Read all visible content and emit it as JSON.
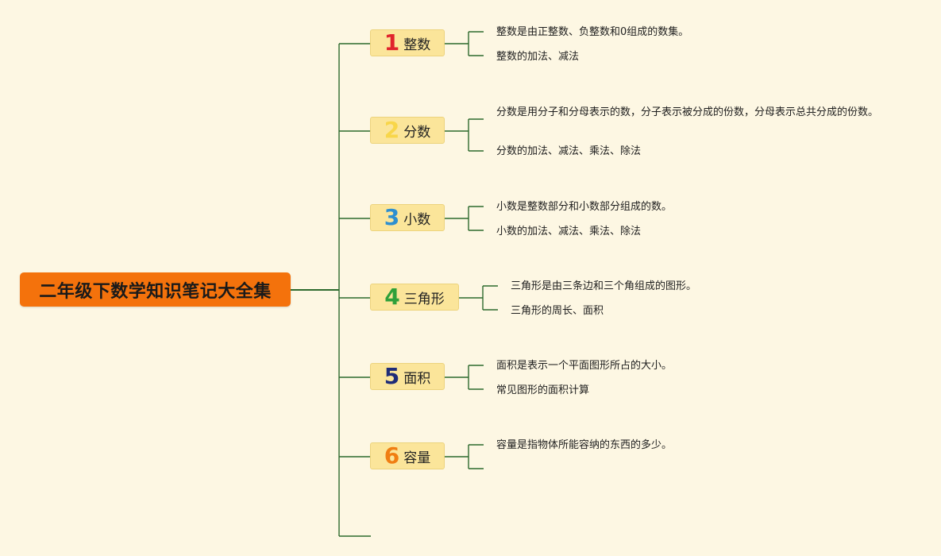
{
  "root": {
    "label": "二年级下数学知识笔记大全集"
  },
  "colors": {
    "background": "#fdf7e3",
    "root_fill": "#f4720c",
    "topic_fill": "#fbe59a",
    "line": "#2d6a2d"
  },
  "topics": [
    {
      "number": "1",
      "label": "整数",
      "number_color": "#e0242c",
      "leaves": [
        "整数是由正整数、负整数和0组成的数集。",
        "整数的加法、减法"
      ]
    },
    {
      "number": "2",
      "label": "分数",
      "number_color": "#f8d64a",
      "leaves": [
        "分数是用分子和分母表示的数，分子表示被分成的份数，分母表示总共分成的份数。",
        "分数的加法、减法、乘法、除法"
      ]
    },
    {
      "number": "3",
      "label": "小数",
      "number_color": "#2e8fd0",
      "leaves": [
        "小数是整数部分和小数部分组成的数。",
        "小数的加法、减法、乘法、除法"
      ]
    },
    {
      "number": "4",
      "label": "三角形",
      "number_color": "#2ea03a",
      "leaves": [
        "三角形是由三条边和三个角组成的图形。",
        "三角形的周长、面积"
      ]
    },
    {
      "number": "5",
      "label": "面积",
      "number_color": "#1f2c78",
      "leaves": [
        "面积是表示一个平面图形所占的大小。",
        "常见图形的面积计算"
      ]
    },
    {
      "number": "6",
      "label": "容量",
      "number_color": "#f07e12",
      "leaves": [
        "容量是指物体所能容纳的东西的多少。",
        ""
      ]
    }
  ]
}
